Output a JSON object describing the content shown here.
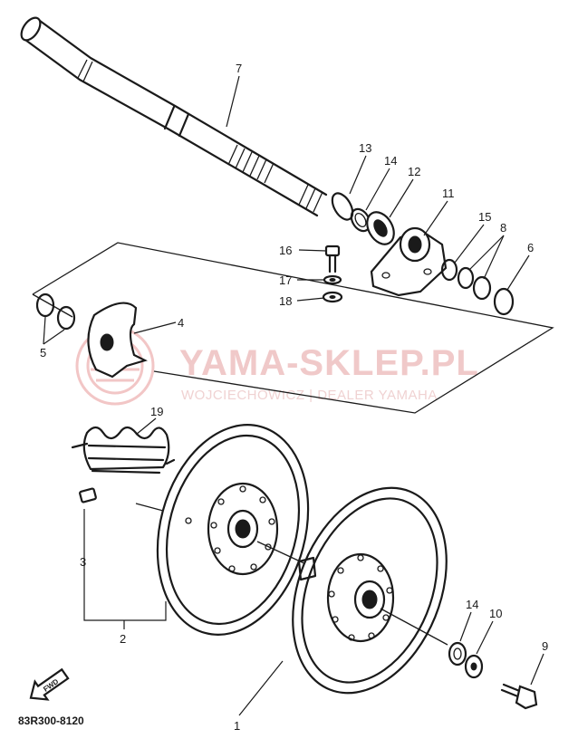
{
  "watermark": {
    "title": "YAMA-SKLEP.PL",
    "subtitle": "WOJCIECHOWICZ | DEALER YAMAHA"
  },
  "diagram_code": "83R300-8120",
  "fwd_arrow_text": "FWD",
  "callouts": {
    "c1": "1",
    "c2": "2",
    "c3": "3",
    "c4": "4",
    "c5": "5",
    "c6": "6",
    "c7": "7",
    "c8": "8",
    "c9": "9",
    "c10": "10",
    "c11": "11",
    "c12": "12",
    "c13": "13",
    "c14a": "14",
    "c14b": "14",
    "c15": "15",
    "c16": "16",
    "c17": "17",
    "c18": "18",
    "c19": "19"
  }
}
